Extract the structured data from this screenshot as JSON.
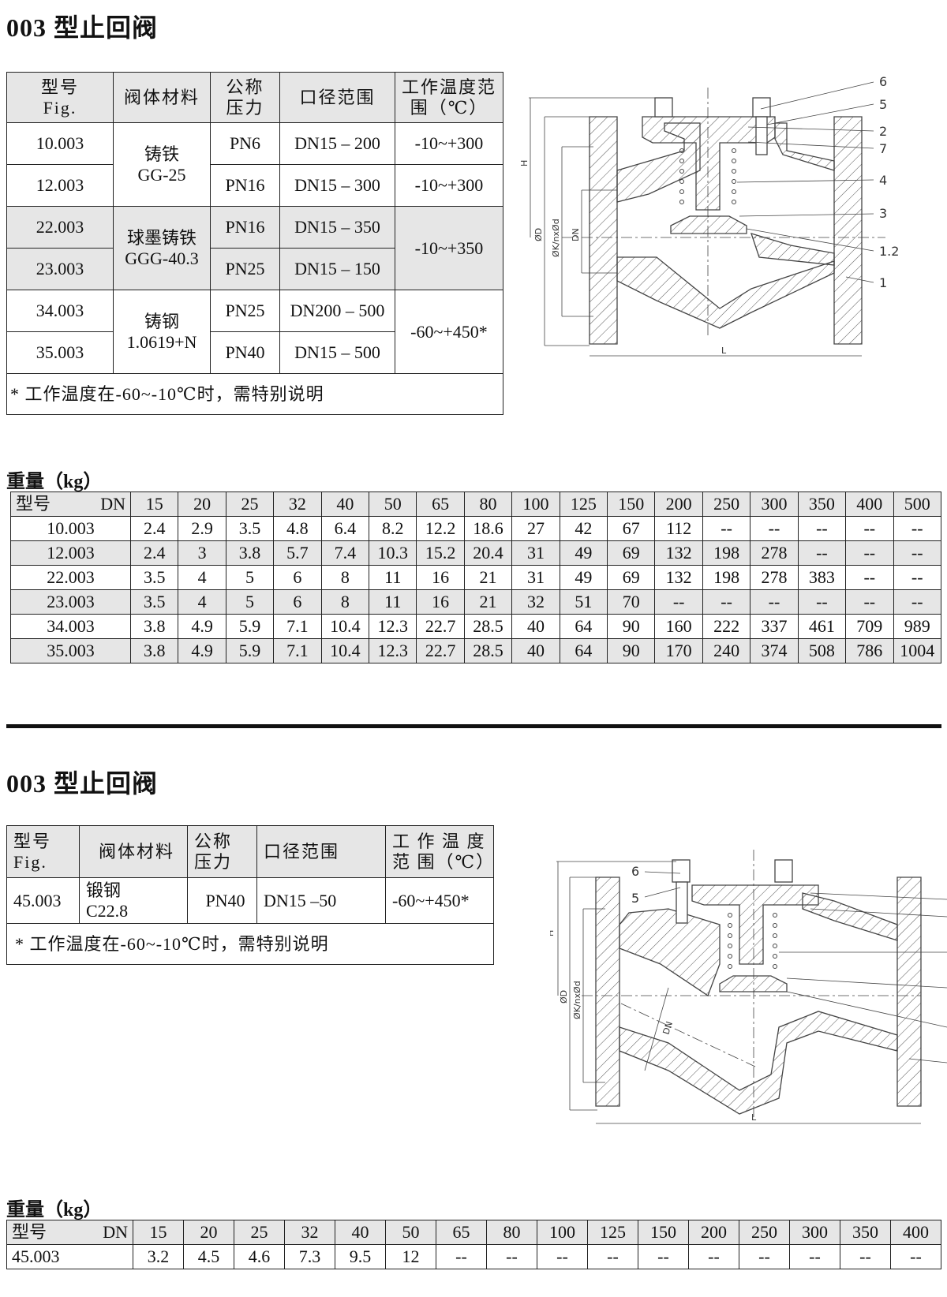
{
  "section1": {
    "title": "003 型止回阀",
    "spec_table": {
      "headers": [
        "型号 Fig.",
        "阀体材料",
        "公称 压力",
        "口径范围",
        "工作温度范围（℃）"
      ],
      "header_lines": {
        "fig1": "型号",
        "fig2": "Fig.",
        "material": "阀体材料",
        "pn1": "公称",
        "pn2": "压力",
        "dn": "口径范围",
        "temp1": "工作温度范",
        "temp2": "围（℃）"
      },
      "rows": [
        {
          "fig": "10.003",
          "pn": "PN6",
          "dn": "DN15 – 200",
          "temp": "-10~+300"
        },
        {
          "fig": "12.003",
          "pn": "PN16",
          "dn": "DN15 – 300",
          "temp": "-10~+300"
        },
        {
          "fig": "22.003",
          "pn": "PN16",
          "dn": "DN15 – 350"
        },
        {
          "fig": "23.003",
          "pn": "PN25",
          "dn": "DN15 – 150"
        },
        {
          "fig": "34.003",
          "pn": "PN25",
          "dn": "DN200 – 500"
        },
        {
          "fig": "35.003",
          "pn": "PN40",
          "dn": "DN15 – 500"
        }
      ],
      "materials": [
        {
          "name": "铸铁",
          "code": "GG-25"
        },
        {
          "name": "球墨铸铁",
          "code": "GGG-40.3"
        },
        {
          "name": "铸钢",
          "code": "1.0619+N"
        }
      ],
      "temp_merged": [
        "-10~+350",
        "-60~+450*"
      ],
      "footnote": "*  工作温度在-60~-10℃时，需特别说明"
    },
    "diagram": {
      "part_labels": [
        "6",
        "5",
        "2",
        "7",
        "4",
        "3",
        "1.2",
        "1"
      ],
      "dims": {
        "H": "H",
        "D": "ØD",
        "K": "ØK/nxØd",
        "DN": "DN",
        "L": "L"
      }
    },
    "weight_heading": "重量（kg）",
    "weight_table": {
      "corner_left": "型号",
      "corner_right": "DN",
      "dn": [
        "15",
        "20",
        "25",
        "32",
        "40",
        "50",
        "65",
        "80",
        "100",
        "125",
        "150",
        "200",
        "250",
        "300",
        "350",
        "400",
        "500"
      ],
      "rows": [
        {
          "fig": "10.003",
          "values": [
            "2.4",
            "2.9",
            "3.5",
            "4.8",
            "6.4",
            "8.2",
            "12.2",
            "18.6",
            "27",
            "42",
            "67",
            "112",
            "--",
            "--",
            "--",
            "--",
            "--"
          ]
        },
        {
          "fig": "12.003",
          "values": [
            "2.4",
            "3",
            "3.8",
            "5.7",
            "7.4",
            "10.3",
            "15.2",
            "20.4",
            "31",
            "49",
            "69",
            "132",
            "198",
            "278",
            "--",
            "--",
            "--"
          ]
        },
        {
          "fig": "22.003",
          "values": [
            "3.5",
            "4",
            "5",
            "6",
            "8",
            "11",
            "16",
            "21",
            "31",
            "49",
            "69",
            "132",
            "198",
            "278",
            "383",
            "--",
            "--"
          ]
        },
        {
          "fig": "23.003",
          "values": [
            "3.5",
            "4",
            "5",
            "6",
            "8",
            "11",
            "16",
            "21",
            "32",
            "51",
            "70",
            "--",
            "--",
            "--",
            "--",
            "--",
            "--"
          ]
        },
        {
          "fig": "34.003",
          "values": [
            "3.8",
            "4.9",
            "5.9",
            "7.1",
            "10.4",
            "12.3",
            "22.7",
            "28.5",
            "40",
            "64",
            "90",
            "160",
            "222",
            "337",
            "461",
            "709",
            "989"
          ]
        },
        {
          "fig": "35.003",
          "values": [
            "3.8",
            "4.9",
            "5.9",
            "7.1",
            "10.4",
            "12.3",
            "22.7",
            "28.5",
            "40",
            "64",
            "90",
            "170",
            "240",
            "374",
            "508",
            "786",
            "1004"
          ]
        }
      ]
    }
  },
  "section2": {
    "title": "003 型止回阀",
    "spec_table": {
      "header_lines": {
        "fig1": "型号",
        "fig2": "Fig.",
        "material": "阀体材料",
        "pn1": "公称",
        "pn2": "压力",
        "dn": "口径范围",
        "temp1": "工 作 温 度",
        "temp2": "范 围（℃）"
      },
      "row": {
        "fig": "45.003",
        "material1": "锻钢",
        "material2": "C22.8",
        "pn": "PN40",
        "dn": "DN15 –50",
        "temp": "-60~+450*"
      },
      "footnote": "*  工作温度在-60~-10℃时，需特别说明"
    },
    "diagram": {
      "part_labels": [
        "6",
        "5"
      ],
      "dims": {
        "H": "H",
        "D": "ØD",
        "K": "ØK/nxØd",
        "DN": "DN",
        "L": "L"
      }
    },
    "weight_heading": "重量（kg）",
    "weight_table": {
      "corner_left": "型号",
      "corner_right": "DN",
      "dn": [
        "15",
        "20",
        "25",
        "32",
        "40",
        "50",
        "65",
        "80",
        "100",
        "125",
        "150",
        "200",
        "250",
        "300",
        "350",
        "400"
      ],
      "rows": [
        {
          "fig": "45.003",
          "values": [
            "3.2",
            "4.5",
            "4.6",
            "7.3",
            "9.5",
            "12",
            "--",
            "--",
            "--",
            "--",
            "--",
            "--",
            "--",
            "--",
            "--",
            "--"
          ]
        }
      ]
    }
  }
}
